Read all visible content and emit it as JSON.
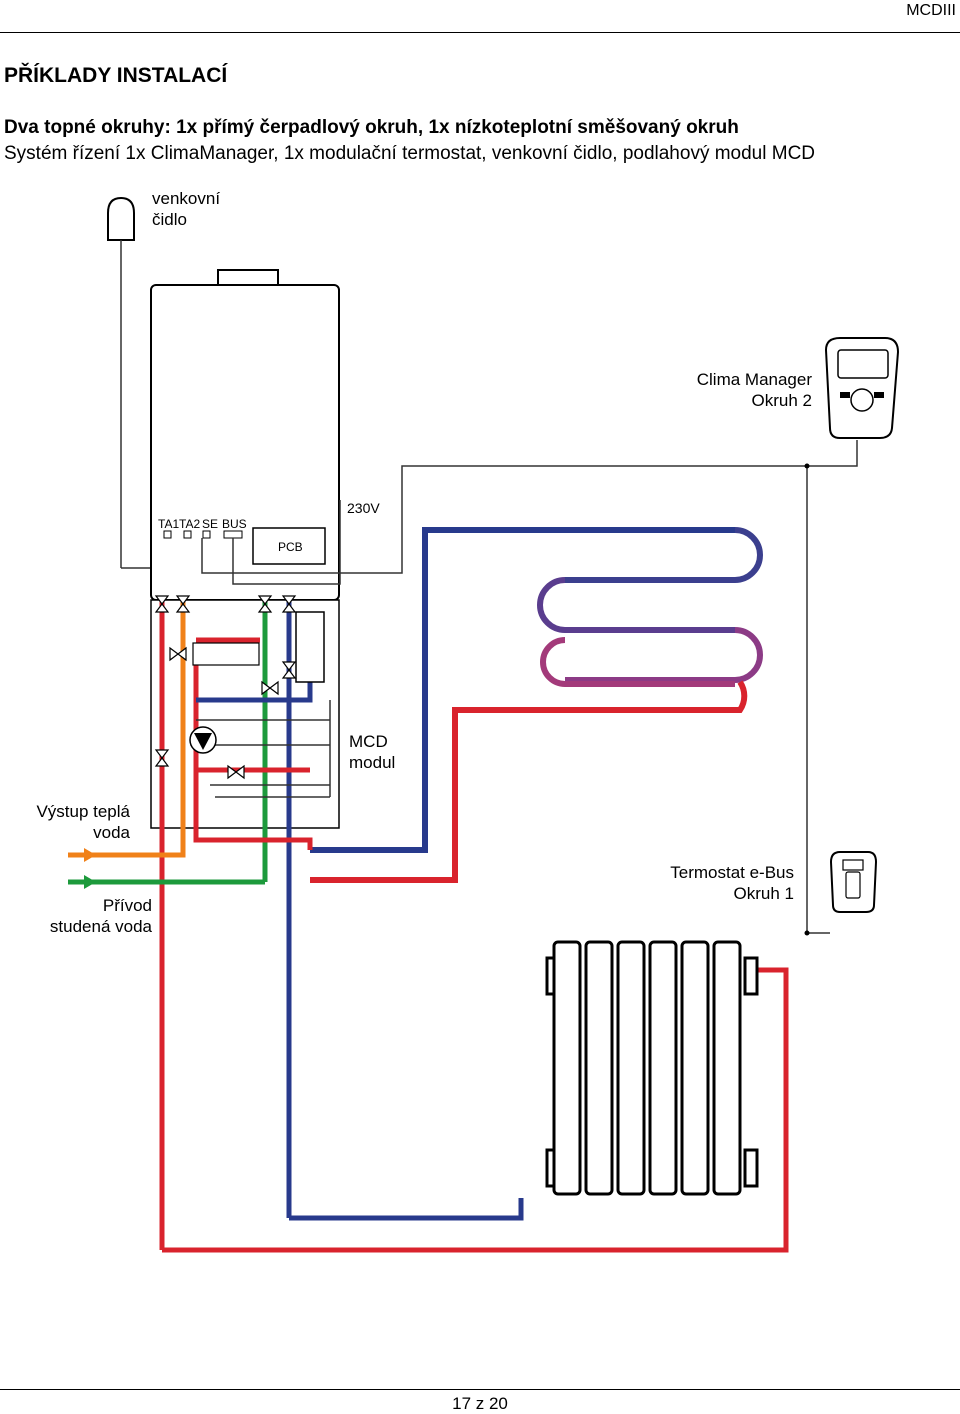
{
  "header": {
    "doc_code": "MCDIII"
  },
  "title": "PŘÍKLADY INSTALACÍ",
  "heading": "Dva topné okruhy: 1x přímý čerpadlový okruh, 1x nízkoteplotní směšovaný okruh",
  "subheading": "Systém řízení 1x ClimaManager, 1x modulační termostat, venkovní čidlo, podlahový modul MCD",
  "diagram": {
    "outdoor_sensor_label": [
      "venkovní",
      "čidlo"
    ],
    "clima_manager_label": [
      "Clima Manager",
      "Okruh 2"
    ],
    "voltage_label": "230V",
    "terminal_labels": [
      "TA1",
      "TA2",
      "SE",
      "BUS"
    ],
    "pcb_label": "PCB",
    "mcd_label": [
      "MCD",
      "modul"
    ],
    "hot_water_label": [
      "Výstup teplá",
      "voda"
    ],
    "cold_water_label": [
      "Přívod",
      "studená voda"
    ],
    "thermostat_label": [
      "Termostat e-Bus",
      "Okruh 1"
    ],
    "colors": {
      "flow": "#d9232d",
      "return": "#283a8c",
      "cold": "#1d9a3c",
      "hot": "#f08119",
      "underfloor_mid": "#7d3b8f"
    }
  },
  "footer": {
    "page": "17 z 20"
  }
}
